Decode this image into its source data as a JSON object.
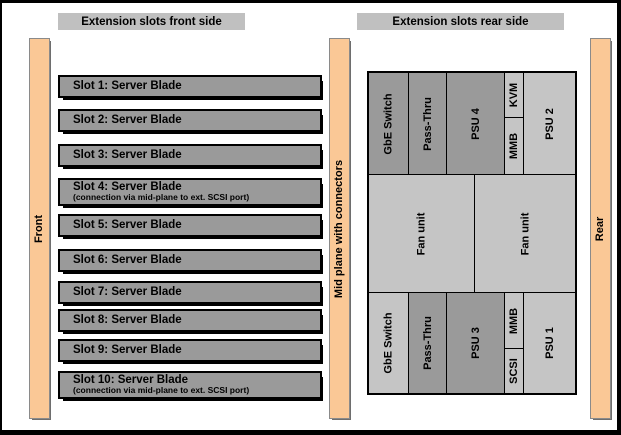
{
  "headers": {
    "front": "Extension slots front side",
    "rear": "Extension slots rear side"
  },
  "bars": {
    "front": "Front",
    "mid": "Mid plane with connectors",
    "rear": "Rear"
  },
  "slots": [
    {
      "label": "Slot 1: Server Blade"
    },
    {
      "label": "Slot 2: Server Blade"
    },
    {
      "label": "Slot 3: Server Blade"
    },
    {
      "label": "Slot 4: Server Blade",
      "sub": "(connection via mid-plane to ext. SCSI port)"
    },
    {
      "label": "Slot 5: Server Blade"
    },
    {
      "label": "Slot 6: Server Blade"
    },
    {
      "label": "Slot 7: Server Blade"
    },
    {
      "label": "Slot 8: Server Blade"
    },
    {
      "label": "Slot 9: Server Blade"
    },
    {
      "label": "Slot 10: Server Blade",
      "sub": "(connection via mid-plane to ext. SCSI port)"
    }
  ],
  "rear_panel": {
    "top_row": {
      "gbe_switch": "GbE Switch",
      "pass_thru": "Pass-Thru",
      "psu4": "PSU 4",
      "kvm": "KVM",
      "mmb": "MMB",
      "psu2": "PSU 2"
    },
    "middle_row": {
      "fan_left": "Fan unit",
      "fan_right": "Fan unit"
    },
    "bottom_row": {
      "gbe_switch": "GbE Switch",
      "pass_thru": "Pass-Thru",
      "psu3": "PSU 3",
      "mmb": "MMB",
      "scsi": "SCSI",
      "psu1": "PSU 1"
    }
  },
  "palette": {
    "orange": "#FAC896",
    "dark_gray": "#9A9A9A",
    "light_gray": "#C5C5C5",
    "header_gray": "#C0C0C0"
  }
}
